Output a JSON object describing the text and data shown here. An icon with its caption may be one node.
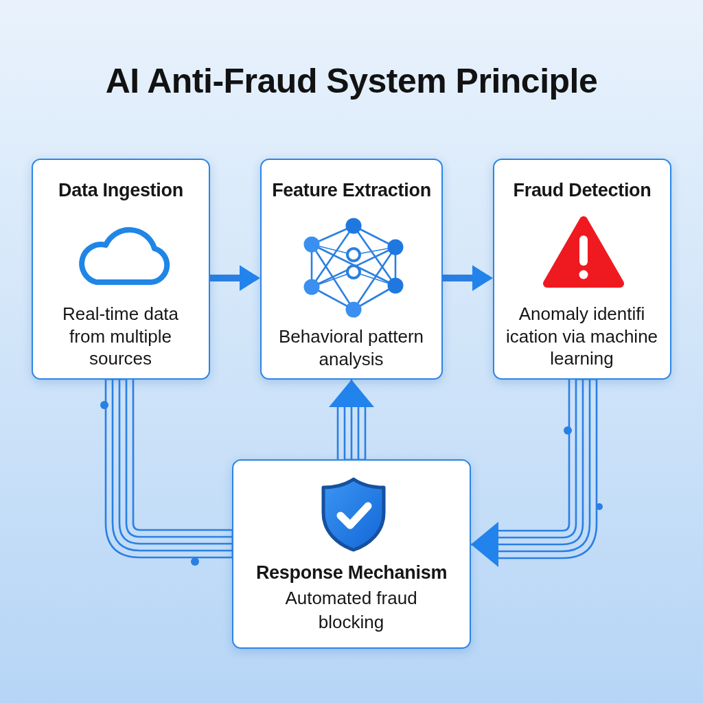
{
  "diagram": {
    "title": "AI Anti-Fraud System Principle",
    "nodes": [
      {
        "text": [
          "Data Ingestion",
          "Real-time data from multiple sources"
        ]
      },
      {
        "text": [
          "Feature Extraction",
          "Behavioral pattern analysis"
        ]
      },
      {
        "text": [
          "Fraud Detection",
          "Anomaly identifi ication via machine learning"
        ]
      },
      {
        "text": [
          "Response Mechanism",
          "Automated fraud blocking"
        ]
      }
    ],
    "edges": [
      {
        "from": 0,
        "to": 1,
        "arrow": "to",
        "style": "thick"
      },
      {
        "from": 1,
        "to": 2,
        "arrow": "to",
        "style": "thick"
      },
      {
        "from": 0,
        "to": 3,
        "arrow": "none"
      },
      {
        "from": 3,
        "to": 1,
        "arrow": "to"
      },
      {
        "from": 2,
        "to": 3,
        "arrow": "to"
      }
    ]
  }
}
